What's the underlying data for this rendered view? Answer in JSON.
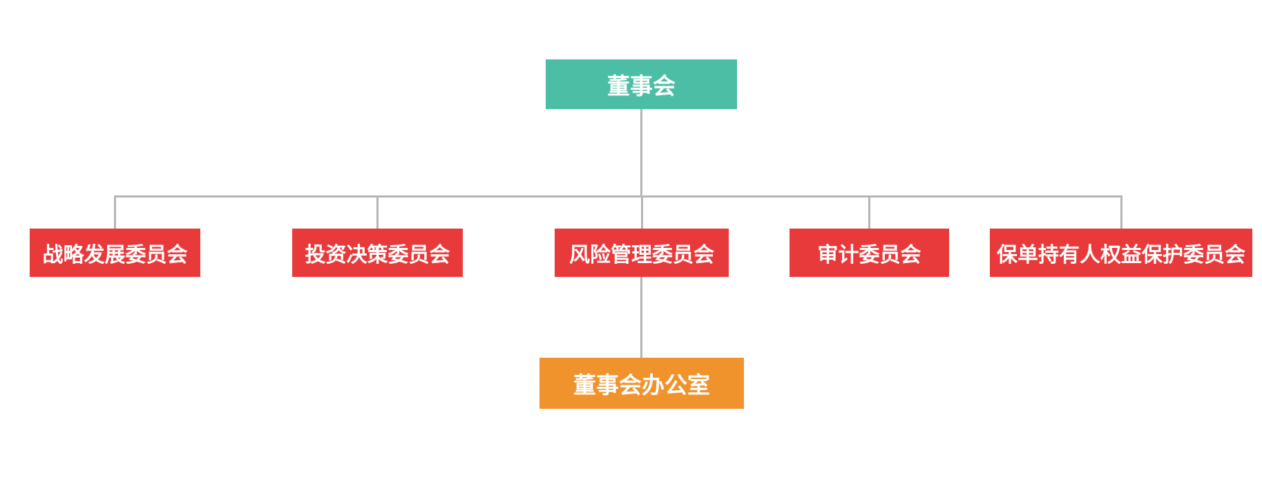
{
  "colors": {
    "board": "#4DBEA6",
    "committee": "#E8393B",
    "office": "#F0932D",
    "connector": "#B5B5B5",
    "label_text": "#FFFFFF",
    "background": "#FFFFFF"
  },
  "org_chart": {
    "board": {
      "label": "董事会"
    },
    "committees": [
      {
        "label": "战略发展委员会"
      },
      {
        "label": "投资决策委员会"
      },
      {
        "label": "风险管理委员会"
      },
      {
        "label": "审计委员会"
      },
      {
        "label": "保单持有人权益保护委员会"
      }
    ],
    "office": {
      "label": "董事会办公室"
    }
  }
}
